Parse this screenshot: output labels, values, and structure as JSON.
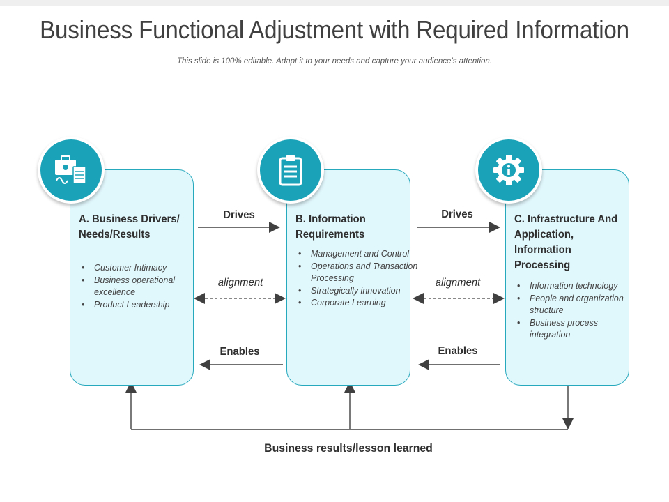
{
  "title": "Business Functional Adjustment with Required Information",
  "subtitle": "This slide is 100% editable. Adapt it to your needs and capture your audience’s attention.",
  "colors": {
    "accent": "#1aa3b8",
    "card_fill": "#e0f7fc",
    "card_border": "#27a9bd",
    "arrow": "#404040"
  },
  "cards": [
    {
      "icon": "briefcase-document-icon",
      "heading": "A. Business Drivers/ Needs/Results",
      "bullets": [
        "Customer Intimacy",
        "Business operational excellence",
        "Product Leadership"
      ]
    },
    {
      "icon": "clipboard-icon",
      "heading": "B. Information Requirements",
      "bullets": [
        "Management and Control",
        "Operations and Transaction Processing",
        "Strategically innovation",
        "Corporate Learning"
      ]
    },
    {
      "icon": "gear-info-icon",
      "heading": "C. Infrastructure And Application, Information Processing",
      "bullets": [
        "Information technology",
        "People and organization structure",
        "Business process integration"
      ]
    }
  ],
  "connectors": {
    "drives": "Drives",
    "alignment": "alignment",
    "enables": "Enables"
  },
  "footer": "Business results/lesson learned"
}
